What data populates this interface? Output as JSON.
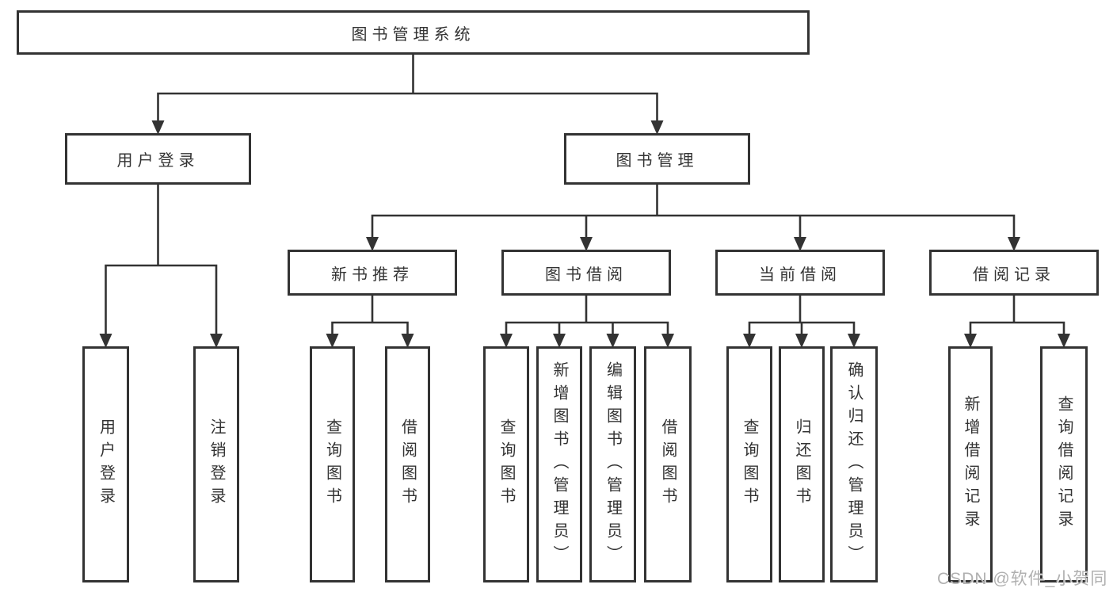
{
  "diagram": {
    "root": {
      "label": "图书管理系统"
    },
    "level2": [
      {
        "label": "用户登录"
      },
      {
        "label": "图书管理"
      }
    ],
    "level3": [
      {
        "label": "新书推荐"
      },
      {
        "label": "图书借阅"
      },
      {
        "label": "当前借阅"
      },
      {
        "label": "借阅记录"
      }
    ],
    "leaves": {
      "user_login": [
        "用户登录",
        "注销登录"
      ],
      "new_book": [
        "查询图书",
        "借阅图书"
      ],
      "book_borrow": [
        "查询图书",
        "新增图书（管理员）",
        "编辑图书（管理员）",
        "借阅图书"
      ],
      "current_borrow": [
        "查询图书",
        "归还图书",
        "确认归还（管理员）"
      ],
      "borrow_record": [
        "新增借阅记录",
        "查询借阅记录"
      ]
    }
  },
  "watermark": {
    "text": "CSDN @软件_小贺同学"
  },
  "colors": {
    "line": "#333333",
    "text": "#333333",
    "watermark": "#b0b0b0",
    "background": "#ffffff"
  }
}
